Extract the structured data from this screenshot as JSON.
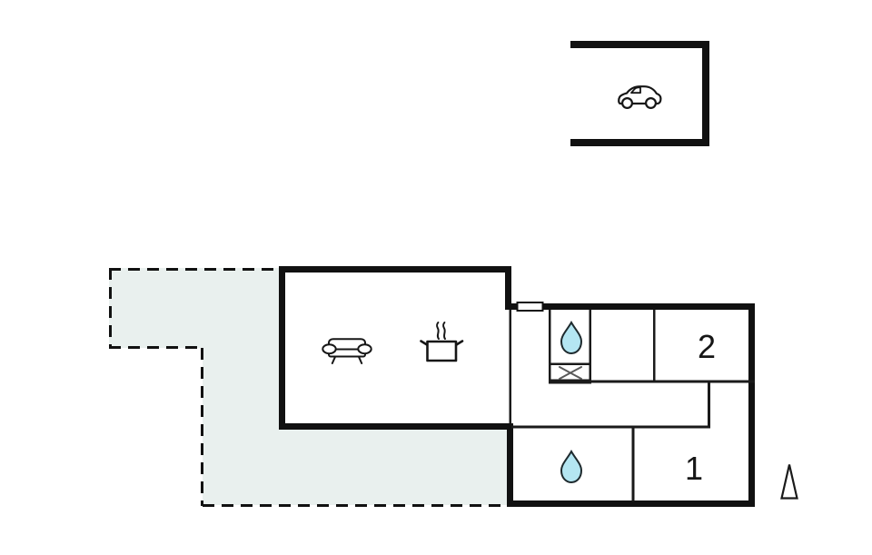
{
  "floorplan": {
    "type": "holiday-home-floor-plan",
    "rooms": {
      "bedroom_1": {
        "label": "1"
      },
      "bedroom_2": {
        "label": "2"
      }
    },
    "icons": [
      {
        "name": "car-icon",
        "meaning": "carport parking space"
      },
      {
        "name": "sofa-icon",
        "meaning": "living room seating"
      },
      {
        "name": "cooking-pot-icon",
        "meaning": "kitchen"
      },
      {
        "name": "water-drop-icon",
        "meaning": "bathroom water point (upper bathroom)"
      },
      {
        "name": "shower-cross-icon",
        "meaning": "shower tray (upper bathroom)"
      },
      {
        "name": "water-drop-icon",
        "meaning": "bathroom water point (lower bathroom)"
      },
      {
        "name": "north-arrow-icon",
        "meaning": "orientation arrow"
      }
    ],
    "colors": {
      "wall": "#111111",
      "partition": "#1a1a1a",
      "terrace_fill": "#e9f0ee",
      "terrace_border": "#111111",
      "water_drop_fill": "#b4e6f2",
      "water_drop_stroke": "#1e2a2e",
      "shower_cross": "#5a5a5a",
      "background": "#ffffff",
      "icon_stroke": "#161616"
    }
  }
}
